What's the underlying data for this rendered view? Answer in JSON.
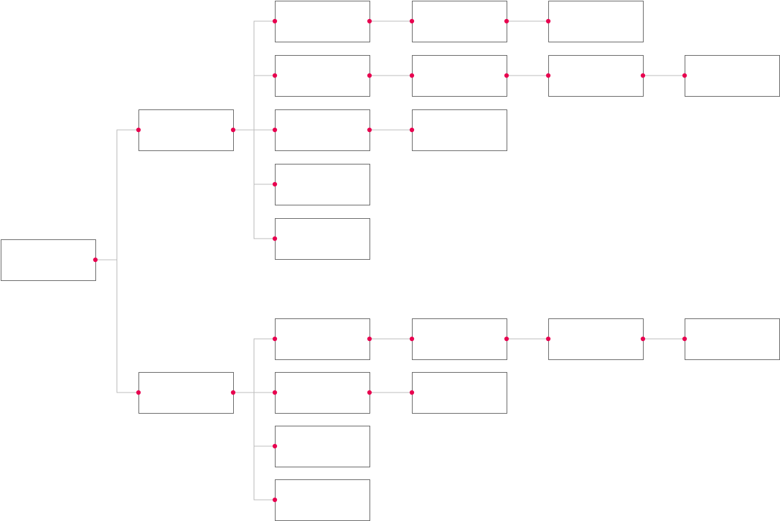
{
  "diagram": {
    "type": "tree",
    "colors": {
      "node_border": "#6b6b6b",
      "node_fill": "#ffffff",
      "connector": "#bdbdbd",
      "port": "#e8004f"
    },
    "root": {
      "id": "root",
      "label": "",
      "children": [
        {
          "id": "a",
          "label": "",
          "children": [
            {
              "id": "a1",
              "label": "",
              "children": [
                {
                  "id": "a1-1",
                  "label": "",
                  "children": [
                    {
                      "id": "a1-1-1",
                      "label": "",
                      "children": []
                    }
                  ]
                }
              ]
            },
            {
              "id": "a2",
              "label": "",
              "children": [
                {
                  "id": "a2-1",
                  "label": "",
                  "children": [
                    {
                      "id": "a2-1-1",
                      "label": "",
                      "children": [
                        {
                          "id": "a2-1-1-1",
                          "label": "",
                          "children": []
                        }
                      ]
                    }
                  ]
                }
              ]
            },
            {
              "id": "a3",
              "label": "",
              "children": [
                {
                  "id": "a3-1",
                  "label": "",
                  "children": []
                }
              ]
            },
            {
              "id": "a4",
              "label": "",
              "children": []
            },
            {
              "id": "a5",
              "label": "",
              "children": []
            }
          ]
        },
        {
          "id": "b",
          "label": "",
          "children": [
            {
              "id": "b1",
              "label": "",
              "children": [
                {
                  "id": "b1-1",
                  "label": "",
                  "children": [
                    {
                      "id": "b1-1-1",
                      "label": "",
                      "children": [
                        {
                          "id": "b1-1-1-1",
                          "label": "",
                          "children": []
                        }
                      ]
                    }
                  ]
                }
              ]
            },
            {
              "id": "b2",
              "label": "",
              "children": [
                {
                  "id": "b2-1",
                  "label": "",
                  "children": []
                }
              ]
            },
            {
              "id": "b3",
              "label": "",
              "children": []
            },
            {
              "id": "b4",
              "label": "",
              "children": []
            }
          ]
        }
      ]
    }
  }
}
